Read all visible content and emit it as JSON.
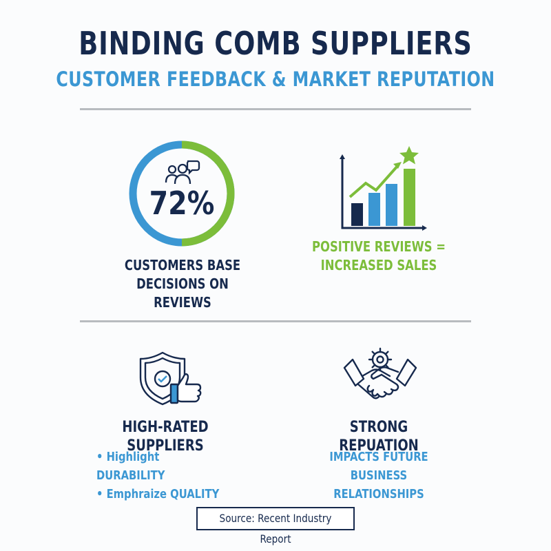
{
  "header": {
    "title": "BINDING COMB SUPPLIERS",
    "subtitle": "CUSTOMER FEEDBACK & MARKET REPUTATION"
  },
  "stat_reviews": {
    "value": "72%",
    "percent": 72,
    "caption_line1": "CUSTOMERS BASE",
    "caption_line2": "DECISIONS ON REVIEWS",
    "icon": "people-chat-icon"
  },
  "stat_sales": {
    "caption_line1": "POSITIVE REVIEWS =",
    "caption_line2": "INCREASED SALES",
    "icon": "growth-chart-star-icon"
  },
  "high_rated": {
    "heading": "HIGH-RATED SUPPLIERS",
    "bullets": [
      "• Highlight DURABILITY",
      "• Emphraize QUALITY"
    ],
    "icon": "shield-thumbs-up-icon"
  },
  "reputation": {
    "heading": "STRONG REPUATION",
    "line1": "IMPACTS FUTURE",
    "line2": "BUSINESS RELATIONSHIPS",
    "icon": "handshake-gear-icon"
  },
  "footer": {
    "source": "Source: Recent Industry Report"
  },
  "colors": {
    "navy": "#16294d",
    "blue": "#3b97d3",
    "green": "#7cbd3a",
    "divider": "#b8bbbf"
  }
}
